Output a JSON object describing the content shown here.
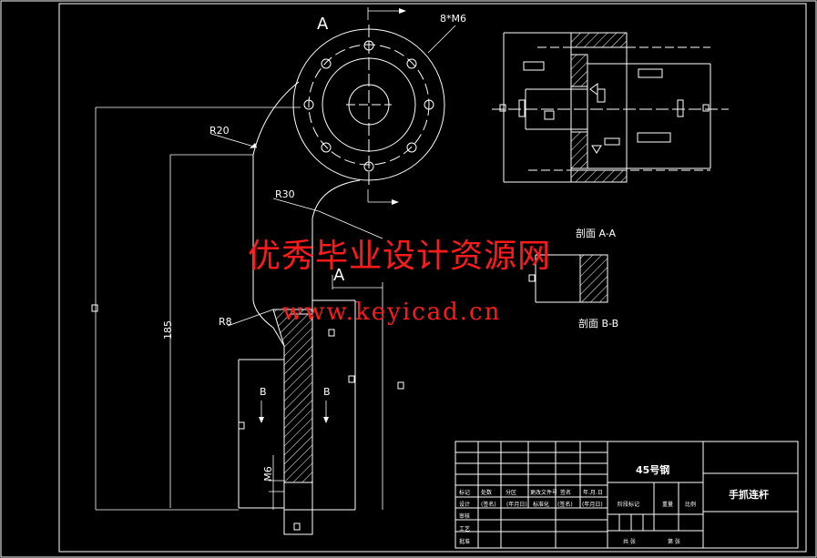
{
  "labels": {
    "view_a_top": "A",
    "view_a_side": "A",
    "bolt_holes": "8*M6",
    "r20": "R20",
    "r30": "R30",
    "r8": "R8",
    "dim_185": "185",
    "section_b_left": "B",
    "section_b_right": "B",
    "m6": "M6",
    "section_aa": "剖面 A-A",
    "section_bb": "剖面 B-B"
  },
  "watermark": {
    "line1": "优秀毕业设计资源网",
    "line2": "www.keyicad.cn"
  },
  "title_block": {
    "material": "45号钢",
    "part_name": "手抓连杆",
    "h_mark": "标记",
    "h_count": "处数",
    "h_zone": "分区",
    "h_change_doc": "更改文件号",
    "h_sign": "签名",
    "h_date": "年.月.日",
    "r_design": "设计",
    "r_sign1": "(签名)",
    "r_date1": "(年月日)",
    "r_std": "标准化",
    "r_sign2": "(签名)",
    "r_date2": "(年月日)",
    "r_check": "审核",
    "r_craft": "工艺",
    "r_approve": "批准",
    "stage_mark": "阶段标记",
    "weight": "重量",
    "scale": "比例",
    "sheets_total": "共 张",
    "sheet_no": "第 张"
  },
  "colors": {
    "background": "#000000",
    "lines": "#ffffff",
    "watermark": "#ff1a1a"
  }
}
